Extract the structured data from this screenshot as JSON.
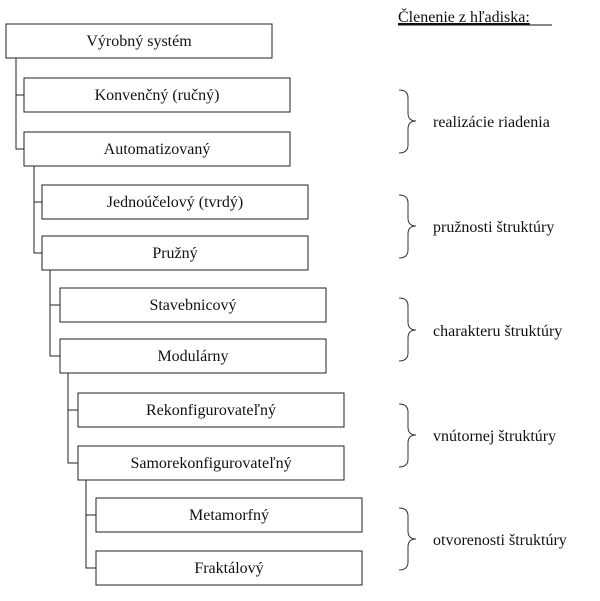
{
  "header": {
    "title": "Členenie z hľadiska:"
  },
  "root": {
    "label": "Výrobný systém"
  },
  "levels": [
    {
      "first": "Konvenčný (ručný)",
      "second": "Automatizovaný",
      "criterion": "realizácie riadenia"
    },
    {
      "first": "Jednoúčelový (tvrdý)",
      "second": "Pružný",
      "criterion": "pružnosti štruktúry"
    },
    {
      "first": "Stavebnicový",
      "second": "Modulárny",
      "criterion": "charakteru štruktúry"
    },
    {
      "first": "Rekonfigurovateľný",
      "second": "Samorekonfigurovateľný",
      "criterion": "vnútornej štruktúry"
    },
    {
      "first": "Metamorfný",
      "second": "Fraktálový",
      "criterion": "otvorenosti štruktúry"
    }
  ]
}
